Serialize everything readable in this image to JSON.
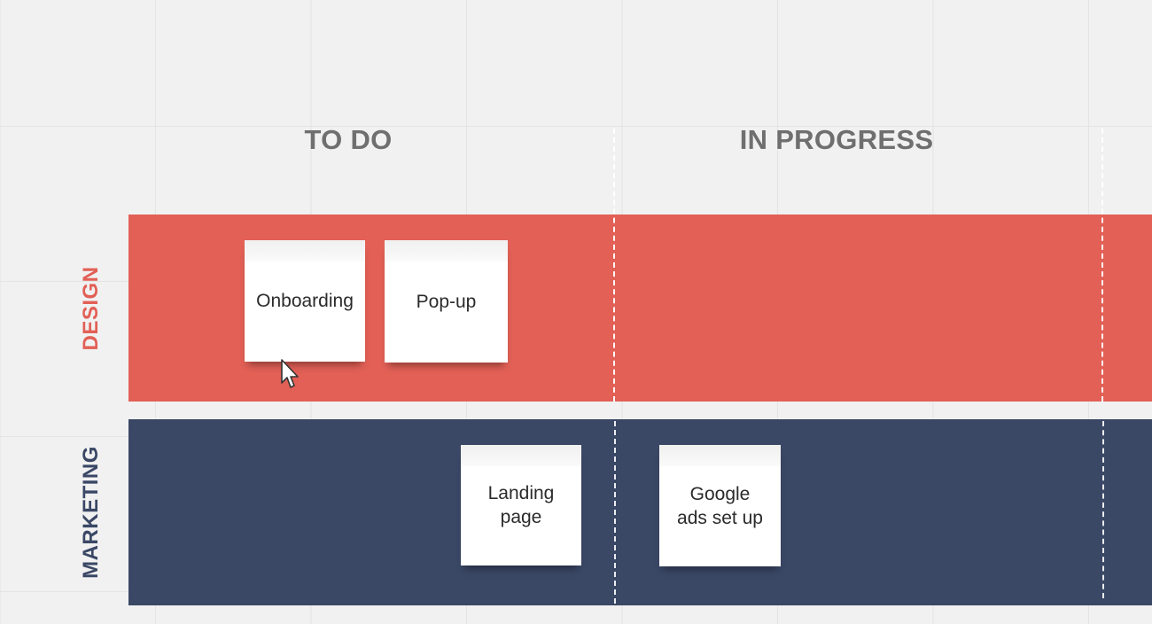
{
  "board": {
    "columns": [
      {
        "label": "TO DO"
      },
      {
        "label": "IN PROGRESS"
      }
    ],
    "rows": [
      {
        "label": "DESIGN",
        "color": "#e26056"
      },
      {
        "label": "MARKETING",
        "color": "#3a4765"
      }
    ],
    "notes": {
      "onboarding": "Onboarding",
      "popup": "Pop-up",
      "landing_line1": "Landing",
      "landing_line2": "page",
      "google_line1": "Google",
      "google_line2": "ads set up"
    },
    "background_color": "#f1f1f1",
    "column_header_color": "#6f6f6f",
    "note_color": "#ffffff"
  },
  "icons": {
    "cursor": "mouse-pointer-icon"
  }
}
